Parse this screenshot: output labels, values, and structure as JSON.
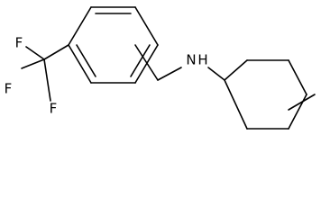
{
  "molecule": {
    "atom_labels": {
      "amine_nitrogen": "N",
      "amine_hydrogen": "H",
      "fluorine_1": "F",
      "fluorine_2": "F",
      "fluorine_3": "F"
    },
    "colors": {
      "bond": "#000000",
      "label": "#000000",
      "background": "#ffffff"
    }
  }
}
